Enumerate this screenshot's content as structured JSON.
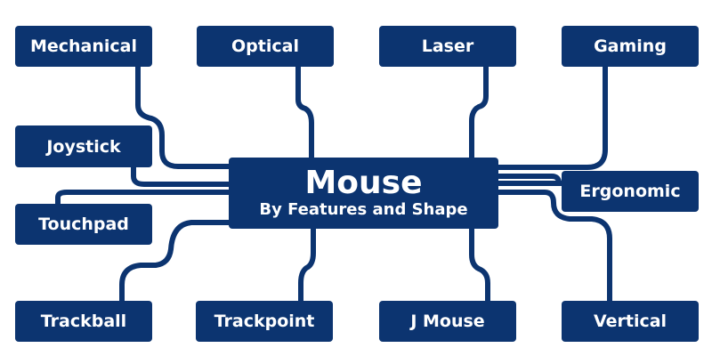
{
  "colors": {
    "node": "#0c3470",
    "background": "#ffffff"
  },
  "center": {
    "title": "Mouse",
    "subtitle": "By Features and Shape"
  },
  "nodes": {
    "mechanical": "Mechanical",
    "optical": "Optical",
    "laser": "Laser",
    "gaming": "Gaming",
    "joystick": "Joystick",
    "touchpad": "Touchpad",
    "ergonomic": "Ergonomic",
    "trackball": "Trackball",
    "trackpoint": "Trackpoint",
    "jmouse": "J Mouse",
    "vertical": "Vertical"
  }
}
